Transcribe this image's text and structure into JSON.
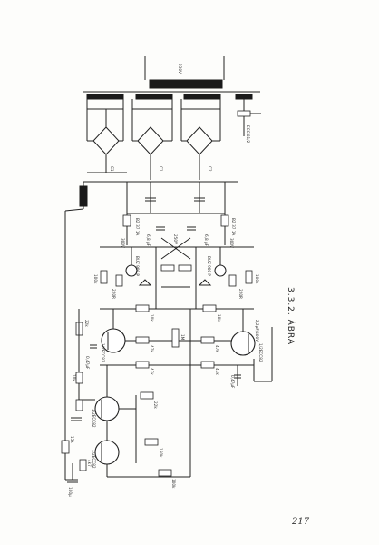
{
  "figure": {
    "caption": "3.3.2. ÁBRA",
    "page_number": "217"
  },
  "labels": {
    "mains": "230V",
    "ecc": "ECC 81/2",
    "c1": "C1",
    "c2": "C2",
    "bz1": "BZ 37 1A",
    "bz2": "BZ 37 1A",
    "cap1": "6,8 μF",
    "cap2": "6,8 μF",
    "v300a": "300V",
    "v300b": "300V",
    "v250": "250V",
    "tr1": "BUZ 900 P",
    "tr2": "BUZ 900 P",
    "r1": "100k",
    "r2": "100k",
    "r220a": "220R",
    "r220b": "220R",
    "r68a": "6,8k",
    "r68b": "6,8k",
    "r47": "47k",
    "r10a": "10k",
    "r10b": "10k",
    "r22": "22k",
    "r150": "150k",
    "r1m": "1M",
    "r100k": "100k",
    "r47k": "47k",
    "tube1": "1/2ECC82",
    "tube2": "1/2ECC82",
    "tube3": "1/2ECC82",
    "tube4": "1/2ECC82",
    "cin": "100μ",
    "cc1": "0,47μF",
    "cc2": "0,47μF",
    "cc3": "2,2μF/400V",
    "cc4": "2,2μF/400V",
    "r22k": "22k",
    "r10k": "10k",
    "rbias": "4k7",
    "rfb": "15k"
  }
}
